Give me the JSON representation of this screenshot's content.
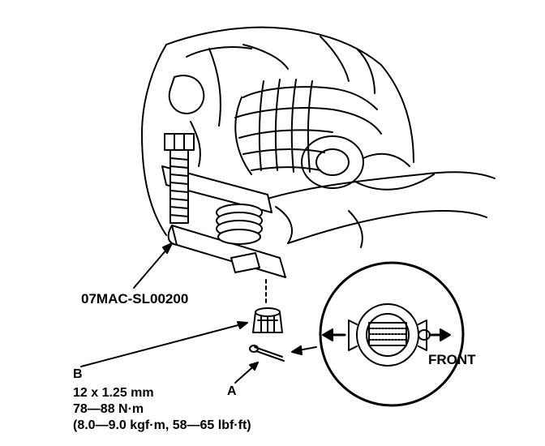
{
  "labels": {
    "tool_code": "07MAC-SL00200",
    "callout_b": "B",
    "callout_a": "A",
    "direction": "FRONT"
  },
  "spec": {
    "thread": "12 x 1.25 mm",
    "torque_nm": "78—88 N·m",
    "torque_alt": "(8.0—9.0 kgf·m, 58—65 lbf·ft)"
  },
  "colors": {
    "ink": "#000000",
    "paper": "#ffffff"
  }
}
